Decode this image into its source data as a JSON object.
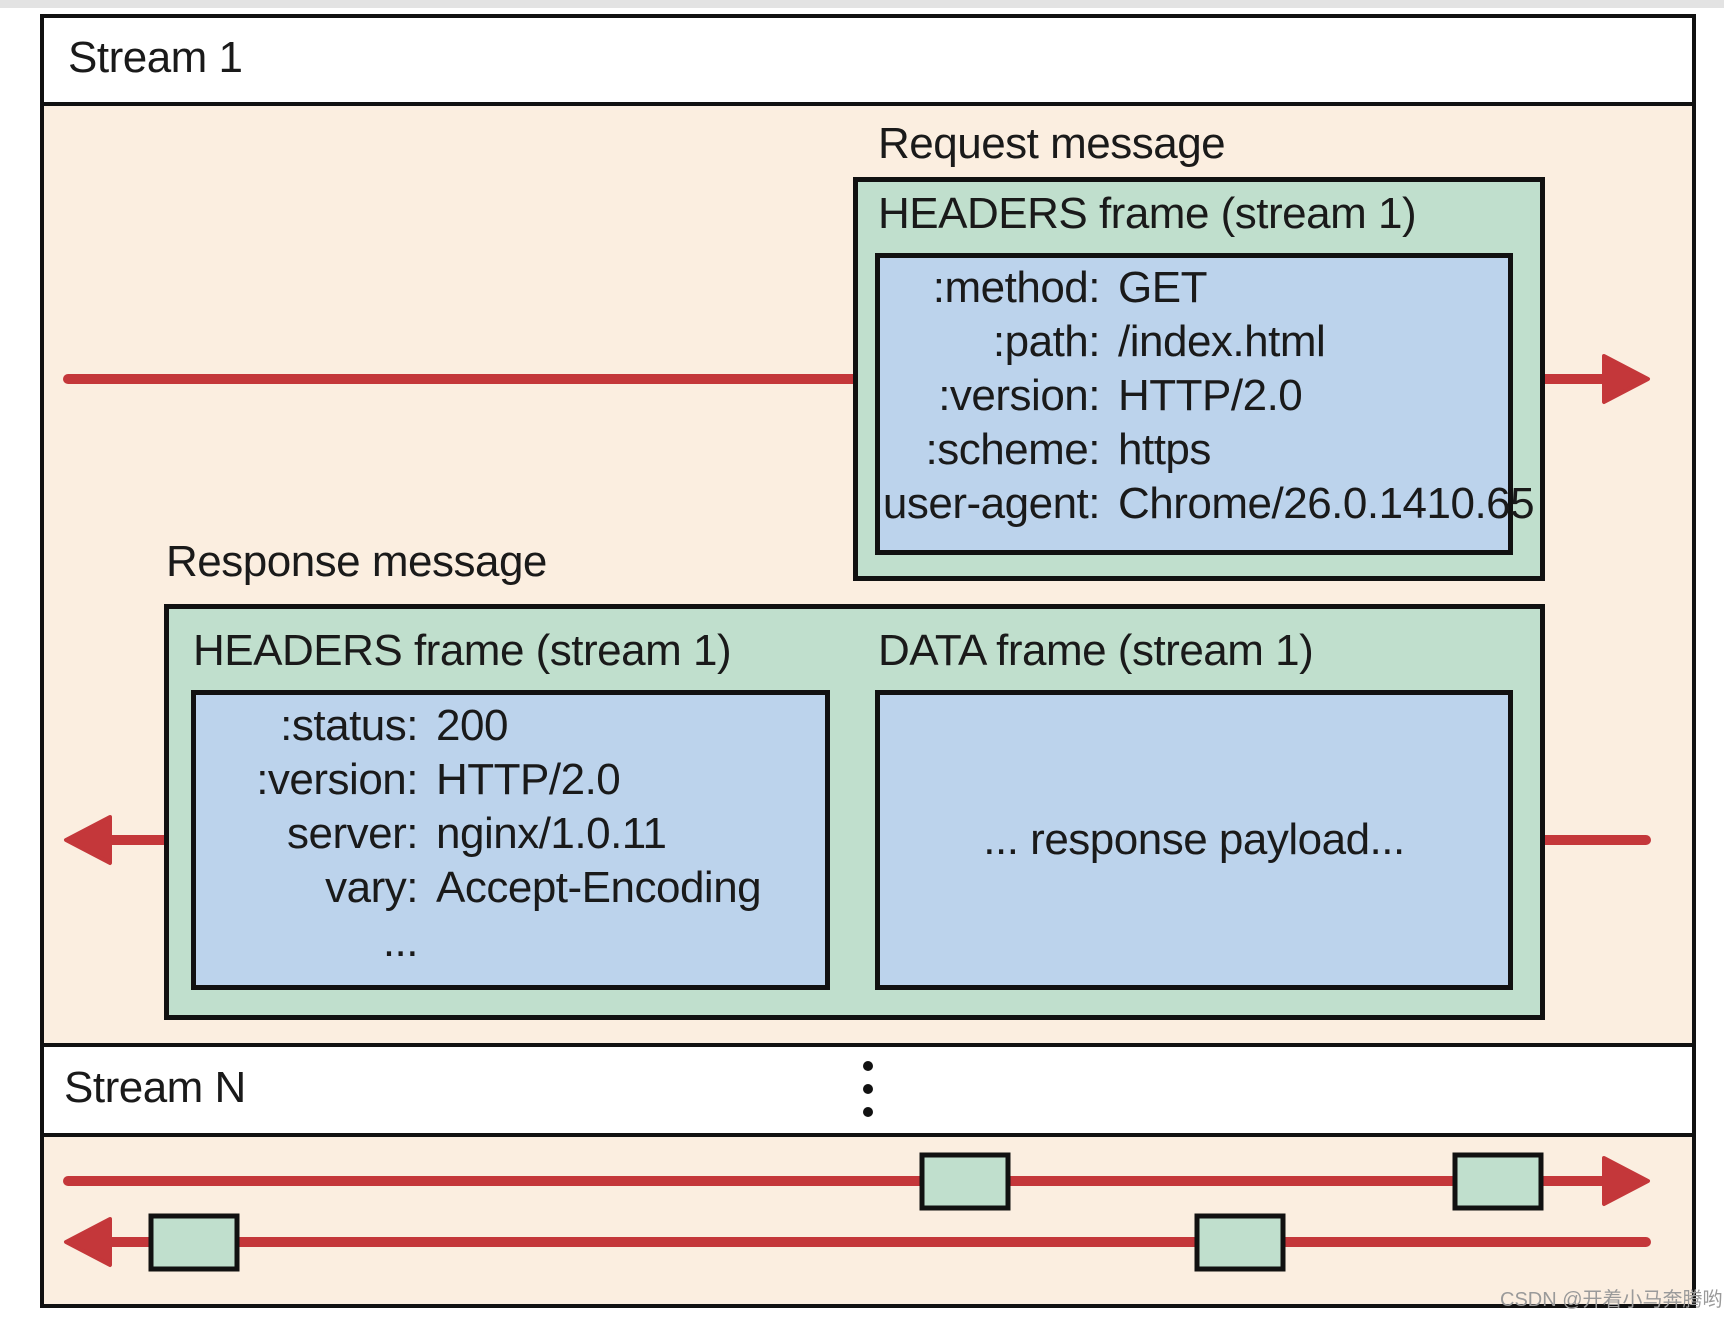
{
  "streams": {
    "first_label": "Stream 1",
    "last_label": "Stream N",
    "ellipsis": "⋮"
  },
  "request": {
    "label": "Request message",
    "headers_frame_title": "HEADERS frame (stream 1)",
    "headers": [
      {
        "key": ":method:",
        "value": "GET"
      },
      {
        "key": ":path:",
        "value": "/index.html"
      },
      {
        "key": ":version:",
        "value": "HTTP/2.0"
      },
      {
        "key": ":scheme:",
        "value": "https"
      },
      {
        "key": "user-agent:",
        "value": "Chrome/26.0.1410.65"
      }
    ]
  },
  "response": {
    "label": "Response message",
    "headers_frame_title": "HEADERS frame (stream 1)",
    "headers": [
      {
        "key": ":status:",
        "value": "200"
      },
      {
        "key": ":version:",
        "value": "HTTP/2.0"
      },
      {
        "key": "server:",
        "value": "nginx/1.0.11"
      },
      {
        "key": "vary:",
        "value": "Accept-Encoding"
      },
      {
        "key": "...",
        "value": ""
      }
    ],
    "data_frame_title": "DATA frame (stream 1)",
    "payload": "... response payload..."
  },
  "watermark": "CSDN @开着小马奔腾哟",
  "colors": {
    "arrow": "#c4373a",
    "frame_green": "#c0dfcd",
    "header_blue": "#bcd3ec",
    "stream_background": "#fbeee0",
    "border": "#111111"
  }
}
